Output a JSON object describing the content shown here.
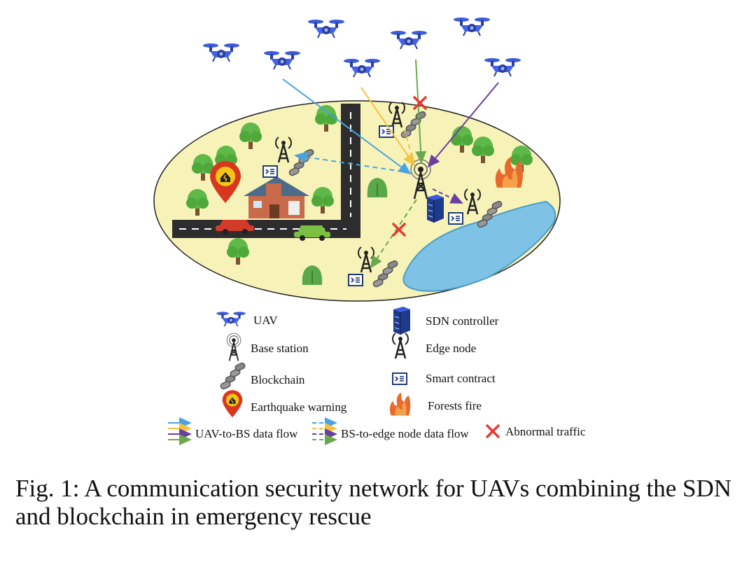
{
  "legend": {
    "uav": "UAV",
    "base_station": "Base station",
    "blockchain": "Blockchain",
    "earthquake_warning": "Earthquake warning",
    "sdn_controller": "SDN controller",
    "edge_node": "Edge node",
    "smart_contract": "Smart contract",
    "forests_fire": "Forests fire",
    "uav_to_bs_flow": "UAV-to-BS data flow",
    "bs_to_edge_flow": "BS-to-edge node data flow",
    "abnormal_traffic": "Abnormal traffic"
  },
  "caption": "Fig. 1: A communication security network for UAVs combining the SDN and blockchain in emergency rescue",
  "colors": {
    "flow_blue": "#4aa3df",
    "flow_yellow": "#f5c242",
    "flow_purple": "#6a3fa0",
    "flow_green": "#6aa84f",
    "abnormal_red": "#e53935",
    "ground": "#f7f3b8",
    "lake": "#7ec3e6"
  },
  "icons": [
    "uav-icon",
    "base-station-icon",
    "blockchain-icon",
    "earthquake-warning-icon",
    "sdn-controller-icon",
    "edge-node-icon",
    "smart-contract-icon",
    "fire-icon",
    "abnormal-x-icon"
  ]
}
